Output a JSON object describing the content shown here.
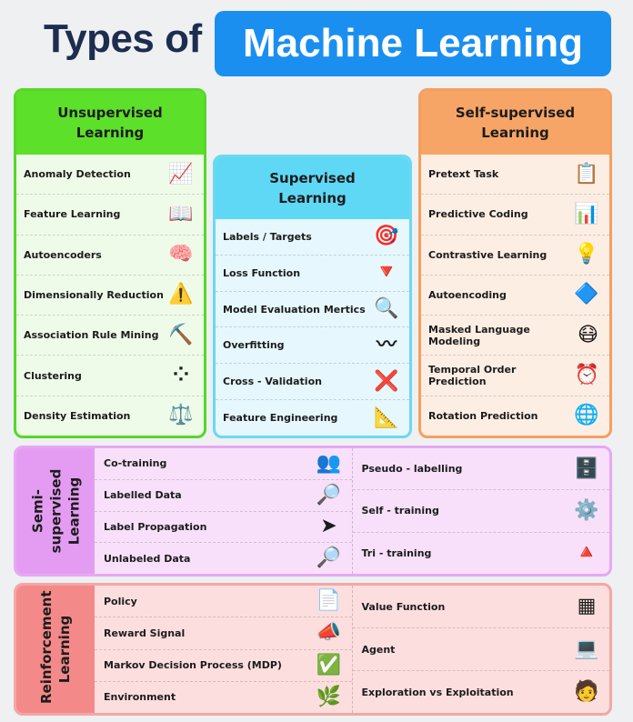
{
  "title": {
    "part1": "Types of",
    "part2": "Machine Learning"
  },
  "colors": {
    "title_box": "#1a8ff0",
    "unsupervised": "#5de02a",
    "supervised": "#5fd8f5",
    "self_supervised": "#f7a567",
    "semi_supervised": "#e49cf2",
    "reinforcement": "#f4898a"
  },
  "unsupervised": {
    "title": "Unsupervised Learning",
    "items": [
      {
        "label": "Anomaly Detection",
        "icon": "line-chart-icon"
      },
      {
        "label": "Feature Learning",
        "icon": "book-person-icon"
      },
      {
        "label": "Autoencoders",
        "icon": "brain-icon"
      },
      {
        "label": "Dimensionally Reduction",
        "icon": "warning-arrows-icon"
      },
      {
        "label": "Association Rule Mining",
        "icon": "miner-icon"
      },
      {
        "label": "Clustering",
        "icon": "scatter-plot-icon"
      },
      {
        "label": "Density Estimation",
        "icon": "seesaw-icon"
      }
    ]
  },
  "supervised": {
    "title": "Supervised Learning",
    "items": [
      {
        "label": "Labels / Targets",
        "icon": "target-icon"
      },
      {
        "label": "Loss Function",
        "icon": "down-arrow-icon"
      },
      {
        "label": "Model Evaluation Mertics",
        "icon": "evaluation-icon"
      },
      {
        "label": "Overfitting",
        "icon": "curve-icon"
      },
      {
        "label": "Cross - Validation",
        "icon": "x-circle-icon"
      },
      {
        "label": "Feature Engineering",
        "icon": "blueprint-icon"
      }
    ]
  },
  "self_supervised": {
    "title": "Self-supervised Learning",
    "items": [
      {
        "label": "Pretext Task",
        "icon": "checklist-icon"
      },
      {
        "label": "Predictive Coding",
        "icon": "chart-icon"
      },
      {
        "label": "Contrastive Learning",
        "icon": "lightbulb-icon"
      },
      {
        "label": "Autoencoding",
        "icon": "network-icon"
      },
      {
        "label": "Masked Language Modeling",
        "icon": "mask-icon"
      },
      {
        "label": "Temporal Order Prediction",
        "icon": "clock-person-icon"
      },
      {
        "label": "Rotation Prediction",
        "icon": "globe-icon"
      }
    ]
  },
  "semi_supervised": {
    "title": "Semi-supervised Learning",
    "left": [
      {
        "label": "Co-training",
        "icon": "team-icon"
      },
      {
        "label": "Labelled Data",
        "icon": "magnifier-icon"
      },
      {
        "label": "Label Propagation",
        "icon": "arrows-icon"
      },
      {
        "label": "Unlabeled Data",
        "icon": "magnifier-icon"
      }
    ],
    "right": [
      {
        "label": "Pseudo - labelling",
        "icon": "board-icon"
      },
      {
        "label": "Self - training",
        "icon": "head-gear-icon"
      },
      {
        "label": "Tri - training",
        "icon": "triangle-icon"
      }
    ]
  },
  "reinforcement": {
    "title": "Reinforcement Learning",
    "left": [
      {
        "label": "Policy",
        "icon": "document-icon"
      },
      {
        "label": "Reward Signal",
        "icon": "megaphone-icon"
      },
      {
        "label": "Markov Decision Process (MDP)",
        "icon": "decision-icon"
      },
      {
        "label": "Environment",
        "icon": "earth-plant-icon"
      }
    ],
    "right": [
      {
        "label": "Value Function",
        "icon": "grid-chart-icon"
      },
      {
        "label": "Agent",
        "icon": "laptop-person-icon"
      },
      {
        "label": "Exploration vs Exploitation",
        "icon": "person-icon"
      }
    ]
  }
}
